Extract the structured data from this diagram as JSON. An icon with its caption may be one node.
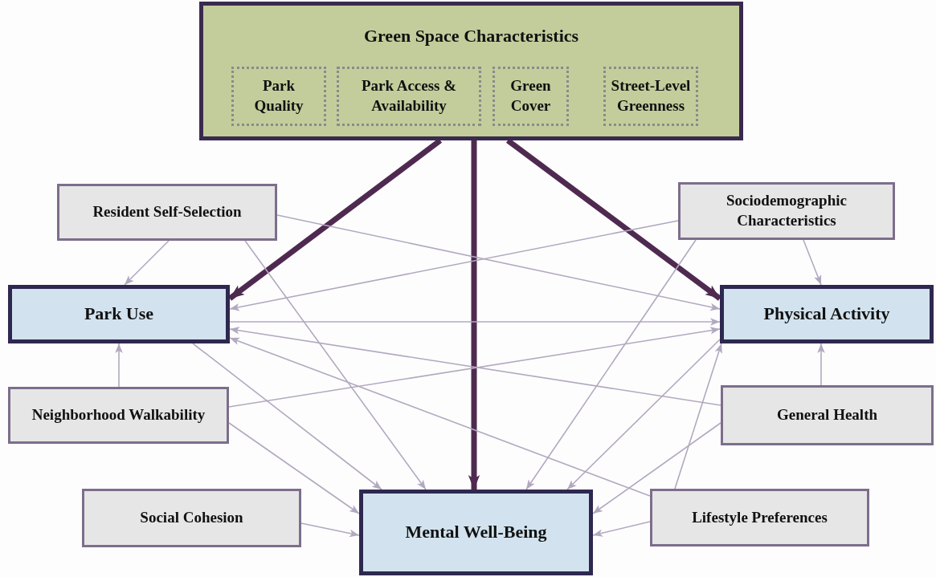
{
  "diagram": {
    "nodes": [
      {
        "text": [
          "Green Space Characteristics"
        ]
      },
      {
        "text": [
          "Park Quality"
        ],
        "in": 0
      },
      {
        "text": [
          "Park Access & Availability"
        ],
        "in": 0
      },
      {
        "text": [
          "Green Cover"
        ],
        "in": 0
      },
      {
        "text": [
          "Street-Level Greenness"
        ],
        "in": 0
      },
      {
        "text": [
          "Resident Self-Selection"
        ]
      },
      {
        "text": [
          "Sociodemographic Characteristics"
        ]
      },
      {
        "text": [
          "Park Use"
        ]
      },
      {
        "text": [
          "Physical Activity"
        ]
      },
      {
        "text": [
          "Neighborhood Walkability"
        ]
      },
      {
        "text": [
          "General Health"
        ]
      },
      {
        "text": [
          "Social Cohesion"
        ]
      },
      {
        "text": [
          "Mental Well-Being"
        ]
      },
      {
        "text": [
          "Lifestyle Preferences"
        ]
      }
    ],
    "edges": [
      {
        "from": 0,
        "to": 7,
        "arrow": "to",
        "style": "thick",
        "color": "#4f2a50"
      },
      {
        "from": 0,
        "to": 12,
        "arrow": "to",
        "style": "thick",
        "color": "#4f2a50"
      },
      {
        "from": 0,
        "to": 8,
        "arrow": "to",
        "style": "thick",
        "color": "#4f2a50"
      },
      {
        "from": 5,
        "to": 7,
        "arrow": "to"
      },
      {
        "from": 5,
        "to": 8,
        "arrow": "to"
      },
      {
        "from": 5,
        "to": 12,
        "arrow": "to"
      },
      {
        "from": 6,
        "to": 7,
        "arrow": "to"
      },
      {
        "from": 6,
        "to": 8,
        "arrow": "to"
      },
      {
        "from": 6,
        "to": 12,
        "arrow": "to"
      },
      {
        "from": 7,
        "to": 8,
        "arrow": "to"
      },
      {
        "from": 7,
        "to": 12,
        "arrow": "to"
      },
      {
        "from": 9,
        "to": 7,
        "arrow": "to"
      },
      {
        "from": 9,
        "to": 8,
        "arrow": "to"
      },
      {
        "from": 9,
        "to": 12,
        "arrow": "to"
      },
      {
        "from": 10,
        "to": 7,
        "arrow": "to"
      },
      {
        "from": 10,
        "to": 8,
        "arrow": "to"
      },
      {
        "from": 10,
        "to": 12,
        "arrow": "to"
      },
      {
        "from": 11,
        "to": 12,
        "arrow": "to"
      },
      {
        "from": 13,
        "to": 7,
        "arrow": "to"
      },
      {
        "from": 13,
        "to": 8,
        "arrow": "to"
      },
      {
        "from": 8,
        "to": 12,
        "arrow": "to"
      },
      {
        "from": 13,
        "to": 12,
        "arrow": "to"
      }
    ]
  }
}
